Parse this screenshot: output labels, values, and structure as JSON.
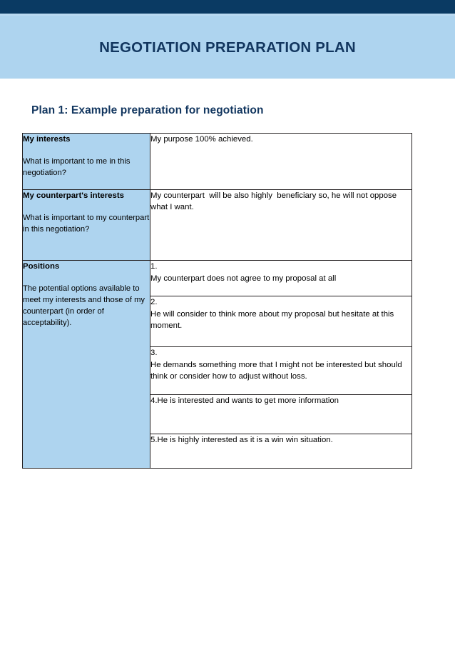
{
  "header": {
    "title": "NEGOTIATION PREPARATION PLAN",
    "bar_color": "#0a3a63",
    "band_color": "#aed4ef",
    "title_color": "#12365f"
  },
  "subtitle": "Plan 1: Example preparation for negotiation",
  "table": {
    "label_fill": "#aed4ef",
    "border_color": "#231f20",
    "rows": [
      {
        "label_title": "My interests",
        "label_desc": "What is important to me in this negotiation?",
        "value": "My purpose 100% achieved."
      },
      {
        "label_title": "My counterpart's interests",
        "label_desc": "What is important to my counterpart in this negotiation?",
        "value": "My counterpart  will be also highly  beneficiary so, he will not oppose what I want."
      }
    ],
    "positions": {
      "label_title": "Positions",
      "label_desc": "The potential options available to meet my interests and those of my counterpart (in order of acceptability).",
      "items": [
        "1.\nMy counterpart does not agree to my proposal at all",
        "2.\nHe will consider to think more about my proposal but hesitate at this moment.",
        "3.\nHe demands something more that I might not be interested but should think or consider how to adjust without loss.",
        "4.He is interested and wants to get more information",
        "5.He is highly interested as it is a win win situation."
      ]
    }
  }
}
